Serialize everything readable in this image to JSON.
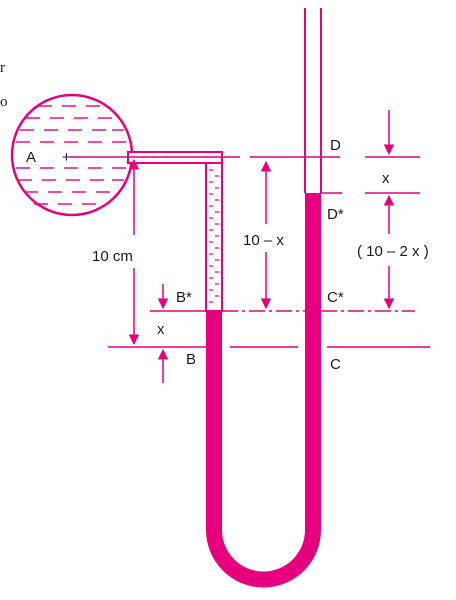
{
  "labels": {
    "a": "A",
    "plus": "+",
    "b": "B",
    "b_star": "B*",
    "c": "C",
    "c_star": "C*",
    "d": "D",
    "d_star": "D*",
    "x_left": "x",
    "x_right": "x",
    "ten_cm": "10  cm",
    "ten_minus_x": "10 – x",
    "ten_minus_2x": "( 10 – 2 x )"
  },
  "edge_text": {
    "line1": "r",
    "line2": "o"
  },
  "colors": {
    "mercury": "#e6007e",
    "liquid": "#e6007e",
    "line": "#e6007e",
    "arrow": "#e6007e",
    "tube_outline": "#e6007e",
    "text": "#1a1a1a"
  }
}
